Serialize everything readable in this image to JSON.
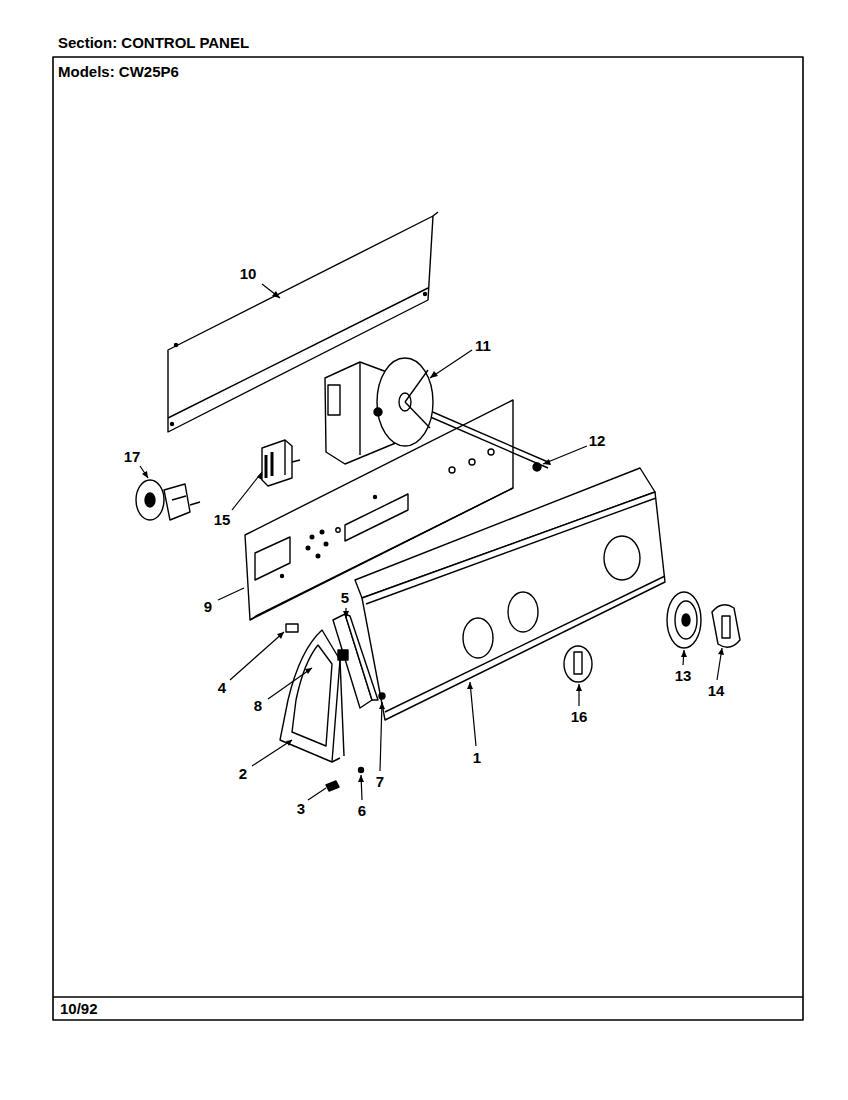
{
  "diagram": {
    "title": "Section: CONTROL PANEL",
    "labels": [
      "Models: CW25P6",
      "10",
      "11",
      "17",
      "15",
      "12",
      "9",
      "5",
      "4",
      "8",
      "2",
      "3",
      "6",
      "7",
      "1",
      "16",
      "13",
      "14",
      "10/92"
    ]
  }
}
